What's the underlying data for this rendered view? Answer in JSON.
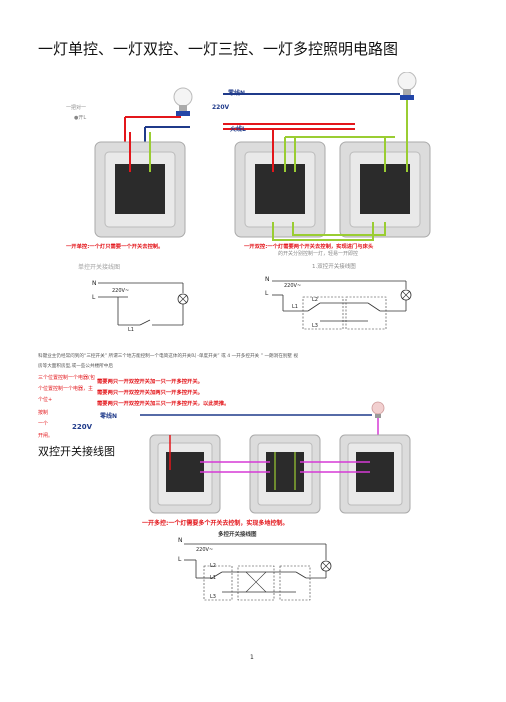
{
  "page": {
    "title": "一灯单控、一灯双控、一灯三控、一灯多控照明电路图",
    "section_title": "双控开关接线图",
    "page_number": "1"
  },
  "top_photo": {
    "neutral_label": "零线N",
    "live_220v": "220V",
    "fire_label": "火线L",
    "left_note_1": "一把对一",
    "left_note_2": "●开L",
    "single_caption": "一开单控:一个灯只需要一个开关去控制。",
    "double_caption": "一开双控:一个灯需要两个开关去控制，实现进门与床头",
    "double_caption_2": "的开关分别控制一灯，轻易一开即控",
    "single_schematic_title": "单控开关接线图",
    "double_schematic_title": "1.双控开关接线图"
  },
  "schematic_single": {
    "n": "N",
    "l": "L",
    "v": "220V~",
    "l1": "L1"
  },
  "schematic_double": {
    "n": "N",
    "l": "L",
    "v": "220V~",
    "l1": "L1",
    "l2": "L2",
    "l3": "L3"
  },
  "middle": {
    "note_line_1": "科键业主仍经常问到的“三控开关”  所谓三个地方能控制一个电简这体的开关叫 -单度开关” 或 4 一开多控开关 ”  一朗洞在别墅  视",
    "note_line_2": "房等大面积房型,或一些公共楼所中后",
    "side_1": "三个位置控制一个电器(包",
    "side_2": "个位置控制一个电器，主",
    "side_3": "个位+",
    "side_4": "按制",
    "side_5": "一个",
    "side_6": "开闸。",
    "red_1": "需要两只一开双控开关加一只一开多控开关。",
    "red_2": "需要两只一开双控开关加两只一开多控开关。",
    "red_3": "需要两只一开双控开关加三只一开多控开关，以此类推。"
  },
  "bottom_photo": {
    "neutral_label": "零线N",
    "v": "220V",
    "multi_caption": "一开多控:一个灯需要多个开关去控制，实现多地控制。",
    "multi_schematic_title": "多控开关接线图"
  },
  "schematic_multi": {
    "n": "N",
    "l": "L",
    "v": "220V~",
    "l1": "L1",
    "l2": "L2",
    "l3": "L3"
  },
  "colors": {
    "red": "#e3161b",
    "blue": "#1f3a8a",
    "green_wire": "#9acd32",
    "panel": "#dcdcdc",
    "rocker": "#2b2b2b",
    "magenta_wire": "#d63ad6"
  }
}
